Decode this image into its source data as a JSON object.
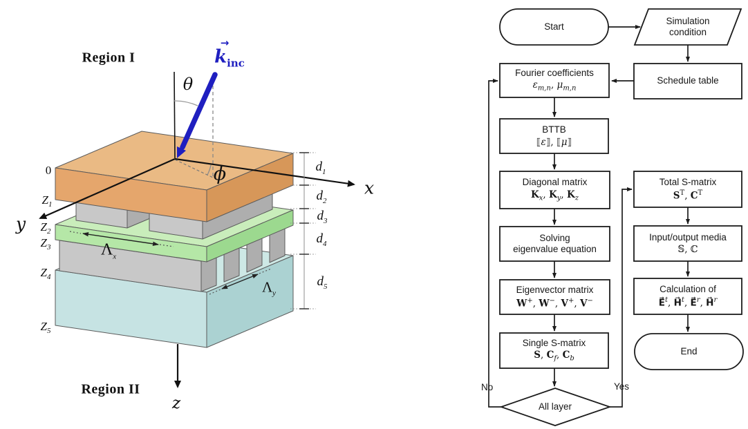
{
  "palette": {
    "orange_top": "#eaba84",
    "orange_front": "#e5a66c",
    "orange_side": "#d79759",
    "gray_front": "#c8c8c8",
    "gray_side": "#aeaeae",
    "green_top": "#c9edbb",
    "green_front": "#b5e7a7",
    "green_side": "#9cd98f",
    "teal_top": "#cde8e5",
    "teal_front": "#c6e3e3",
    "teal_side": "#abd2d2",
    "k_blue": "#1f1fc0",
    "flow_line": "#1c1c1c"
  },
  "diagram": {
    "region1": "Region I",
    "region2": "Region II",
    "k_label": "k<sub>inc</sub>",
    "k_arrow": "→",
    "theta": "θ",
    "phi": "ϕ",
    "axis_x": "x",
    "axis_y": "y",
    "axis_z": "z",
    "z_labels": {
      "z0": "0",
      "z1": "Z<sub>1</sub>",
      "z2": "Z<sub>2</sub>",
      "z3": "Z<sub>3</sub>",
      "z4": "Z<sub>4</sub>",
      "z5": "Z<sub>5</sub>"
    },
    "d_labels": {
      "d1": "d<sub>1</sub>",
      "d2": "d<sub>2</sub>",
      "d3": "d<sub>3</sub>",
      "d4": "d<sub>4</sub>",
      "d5": "d<sub>5</sub>"
    },
    "lambda_x": "Λ<sub>x</sub>",
    "lambda_y": "Λ<sub>y</sub>"
  },
  "flowchart": {
    "start": "Start",
    "sim_condition": "Simulation<br>condition",
    "schedule": "Schedule table",
    "fourier_title": "Fourier coefficients",
    "fourier_math": "<i>ε</i><sub><i>m,n</i></sub>, <i>μ</i><sub><i>m,n</i></sub>",
    "bttb_title": "BTTB",
    "bttb_math": "⟦<i>ε</i>⟧, ⟦<i>μ</i>⟧",
    "diagonal_title": "Diagonal matrix",
    "diagonal_math": "<b>K</b><sub><i>x</i></sub>, <b>K</b><sub><i>y</i></sub>, <b>K</b><sub><i>z</i></sub>",
    "solving": "Solving<br>eigenvalue equation",
    "eigvec_title": "Eigenvector matrix",
    "eigvec_math": "<b>W</b><sup>+</sup>, <b>W</b><sup>−</sup>, <b>V</b><sup>+</sup>, <b>V</b><sup>−</sup>",
    "single_title": "Single S-matrix",
    "single_math": "<b>S</b>, <b>C</b><sub><i>f</i></sub>, <b>C</b><sub><i>b</i></sub>",
    "decision": "All layer",
    "no": "No",
    "yes": "Yes",
    "total_title": "Total S-matrix",
    "total_math": "<b>S</b><sup>T</sup>, <b>C</b><sup>T</sup>",
    "io_title": "Input/output media",
    "io_math": "𝕊, ℂ",
    "calc_title": "Calculation of",
    "calc_math": "<b>E⃗</b><sup><i>t</i></sup>, <b>H⃗</b><sup><i>t</i></sup>, <b>E⃗</b><sup><i>r</i></sup>, <b>H⃗</b><sup><i>r</i></sup>",
    "end": "End"
  }
}
